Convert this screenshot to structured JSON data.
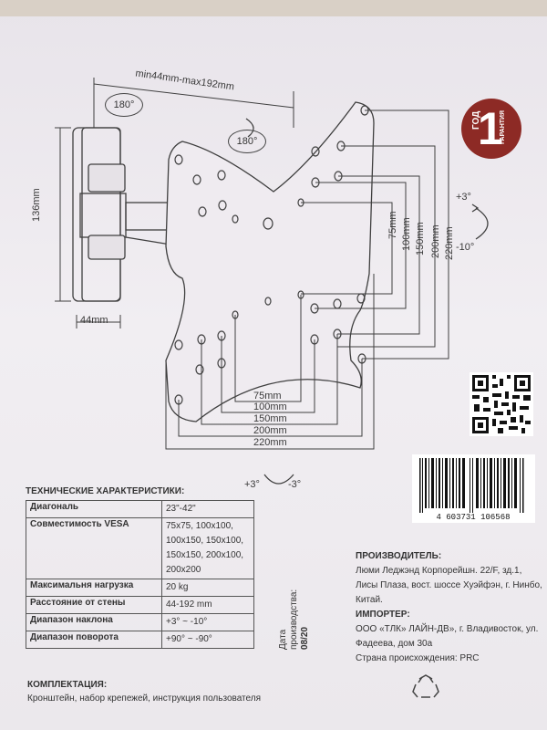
{
  "diagram": {
    "top_dim": "min44mm-max192mm",
    "rot_left": "180°",
    "rot_right": "180°",
    "height_dim": "136mm",
    "depth_dim": "44mm",
    "vesa_h": [
      "75mm",
      "100mm",
      "150mm",
      "200mm",
      "220mm"
    ],
    "vesa_v": [
      "75mm",
      "100mm",
      "150mm",
      "200mm",
      "220mm"
    ],
    "tilt_up": "+3°",
    "tilt_down": "-10°",
    "swivel_left": "+3°",
    "swivel_right": "-3°"
  },
  "warranty": {
    "number": "1",
    "year_word": "ГОД",
    "label": "ГАРАНТИЯ"
  },
  "barcode": "4 603731 106568",
  "specs": {
    "title": "ТЕХНИЧЕСКИЕ ХАРАКТЕРИСТИКИ:",
    "rows": [
      {
        "k": "Диагональ",
        "v": "23\"-42\""
      },
      {
        "k": "Совместимость VESA",
        "v": "75x75, 100x100, 100x150, 150x100, 150x150, 200x100, 200x200"
      },
      {
        "k": "Максимальня нагрузка",
        "v": "20 kg"
      },
      {
        "k": "Расстояние от стены",
        "v": "44-192 mm"
      },
      {
        "k": "Диапазон наклона",
        "v": "+3° ~ -10°"
      },
      {
        "k": "Диапазон поворота",
        "v": "+90° ~ -90°"
      }
    ]
  },
  "date": {
    "label": "Дата производства:",
    "value": "08/20"
  },
  "manufacturer": {
    "heading": "ПРОИЗВОДИТЕЛЬ:",
    "text": "Люми Леджэнд Корпорейшн. 22/F, зд.1, Лисы Плаза, вост. шоссе Хуэйфэн, г. Нинбо, Китай.",
    "importer_heading": "ИМПОРТЕР:",
    "importer_text": "ООО «ТЛК» ЛАЙН-ДВ», г. Владивосток, ул. Фадеева, дом 30а",
    "origin": "Страна происхождения: PRC"
  },
  "kit": {
    "heading": "КОМПЛЕКТАЦИЯ:",
    "text": "Кронштейн, набор крепежей, инструкция пользователя"
  }
}
